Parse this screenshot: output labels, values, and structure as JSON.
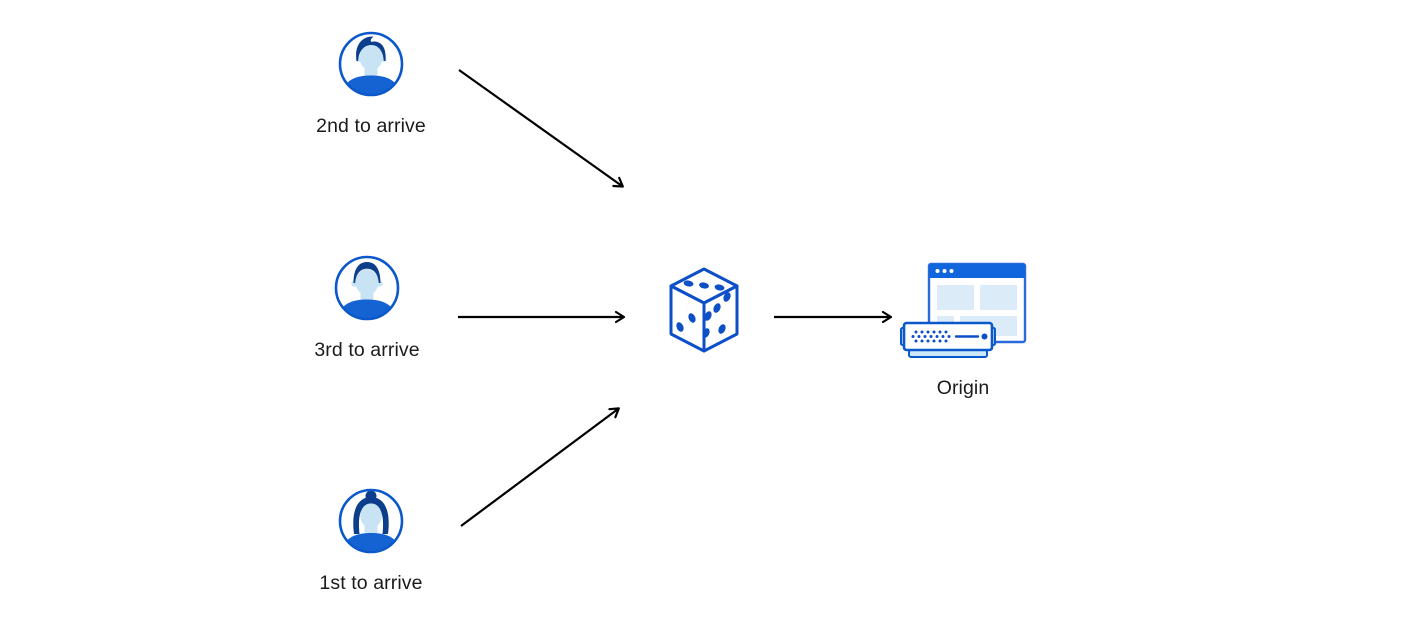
{
  "diagram": {
    "title": "load-balancing random steering diagram",
    "senders": [
      {
        "label": "2nd to arrive",
        "icon": "man-quiff-avatar-icon"
      },
      {
        "label": "3rd to arrive",
        "icon": "man-short-hair-avatar-icon"
      },
      {
        "label": "1st to arrive",
        "icon": "woman-bun-avatar-icon"
      }
    ],
    "randomizer": {
      "icon": "dice-icon",
      "pips_top_face": 3,
      "pips_left_face": 2,
      "pips_right_face": 5
    },
    "origin": {
      "label": "Origin",
      "icon": "browser-and-server-icon"
    },
    "arrows": [
      {
        "from": "2nd to arrive",
        "to": "dice"
      },
      {
        "from": "3rd to arrive",
        "to": "dice"
      },
      {
        "from": "1st to arrive",
        "to": "dice"
      },
      {
        "from": "dice",
        "to": "Origin"
      }
    ],
    "colors": {
      "background": "#ffffff",
      "primary_blue": "#0a58ca",
      "dark_navy_hair": "#0d3e8c",
      "light_blue_skin": "#c8e3f4",
      "shirt_blue": "#1563d2",
      "dice_blue": "#0d4fc7",
      "browser_titlebar_blue": "#1266dd",
      "browser_border_blue": "#2a6bdb",
      "pale_block_blue": "#dcebf8",
      "server_base_blue": "#cde8f8",
      "arrow_black": "#000000",
      "text": "#1b1b1d"
    }
  }
}
